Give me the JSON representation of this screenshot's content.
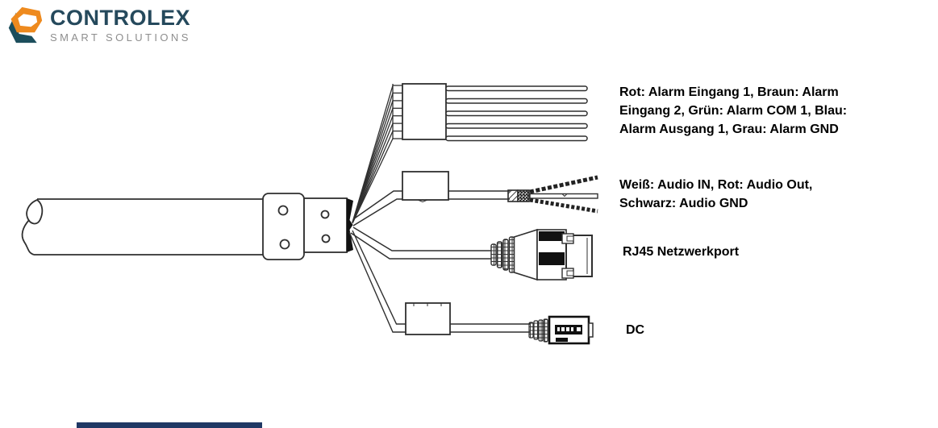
{
  "logo": {
    "brand": "CONTROLEX",
    "tagline": "SMART SOLUTIONS",
    "colors": {
      "mark_orange": "#EE8A1E",
      "mark_teal": "#1C4E5C",
      "brand_text": "#25495C",
      "tagline_text": "#8E8E8E"
    }
  },
  "diagram": {
    "type": "camera-cable-pigtail-diagram",
    "line_color": "#2F2F2F",
    "labels": {
      "alarm": {
        "lines": [
          "Rot: Alarm Eingang 1, Braun: Alarm",
          "Eingang 2, Grün: Alarm COM 1, Blau:",
          "Alarm Ausgang 1, Grau: Alarm GND"
        ]
      },
      "audio": {
        "lines": [
          "Weiß: Audio IN, Rot: Audio Out,",
          "Schwarz: Audio GND"
        ]
      },
      "rj45": {
        "lines": [
          "RJ45 Netzwerkport"
        ]
      },
      "dc": {
        "lines": [
          "DC"
        ]
      }
    },
    "branches": [
      "alarm-wire-bundle",
      "audio-wires",
      "rj45-plug",
      "dc-jack"
    ]
  },
  "footer": {
    "bar_color": "#1F3864"
  }
}
